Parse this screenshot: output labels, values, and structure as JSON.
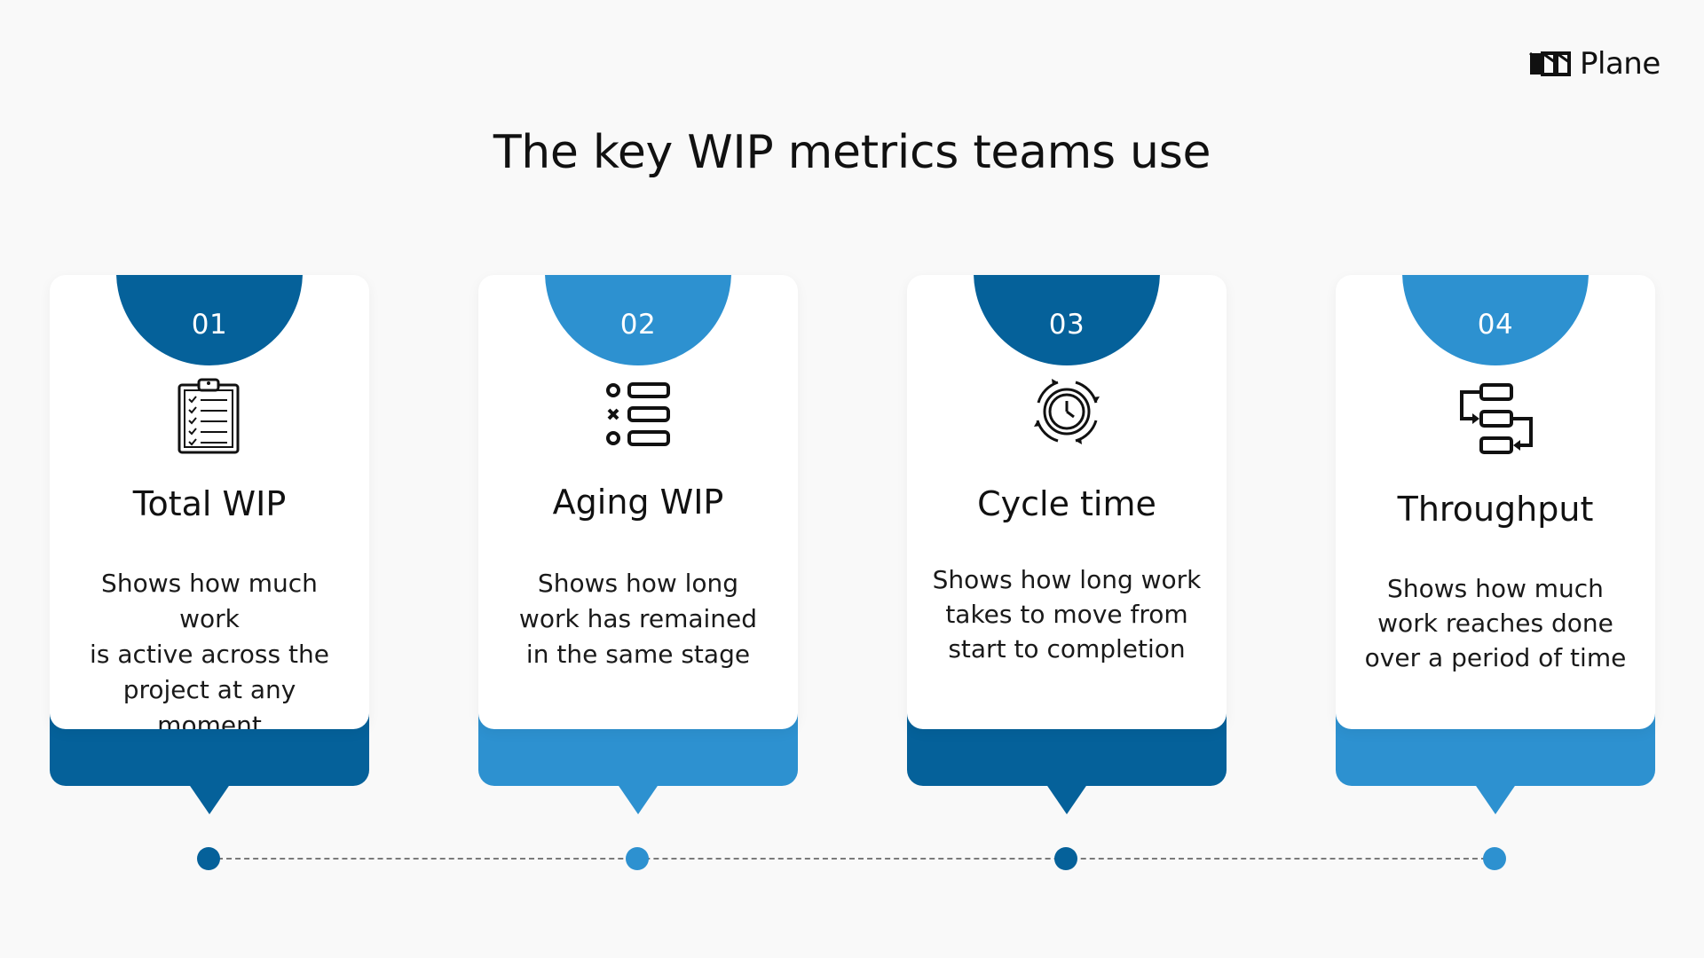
{
  "brand": {
    "logo_text": "Plane"
  },
  "title": "The key WIP metrics teams use",
  "colors": {
    "dark_blue": "#05619a",
    "light_blue": "#2d91d0",
    "background": "#f9f9f9"
  },
  "cards": [
    {
      "number": "01",
      "icon": "clipboard-checklist-icon",
      "heading": "Total WIP",
      "desc_lines": [
        "Shows how much work",
        "is active across the",
        "project at any moment"
      ],
      "color": "#05619a"
    },
    {
      "number": "02",
      "icon": "status-list-icon",
      "heading": "Aging WIP",
      "desc_lines": [
        "Shows how long",
        "work has remained",
        "in the same stage"
      ],
      "color": "#2d91d0"
    },
    {
      "number": "03",
      "icon": "cycle-clock-icon",
      "heading": "Cycle time",
      "desc_lines": [
        "Shows how long work",
        "takes to move from",
        "start to completion"
      ],
      "color": "#05619a"
    },
    {
      "number": "04",
      "icon": "flow-blocks-icon",
      "heading": "Throughput",
      "desc_lines": [
        "Shows how much",
        "work reaches done",
        "over a period of time"
      ],
      "color": "#2d91d0"
    }
  ]
}
